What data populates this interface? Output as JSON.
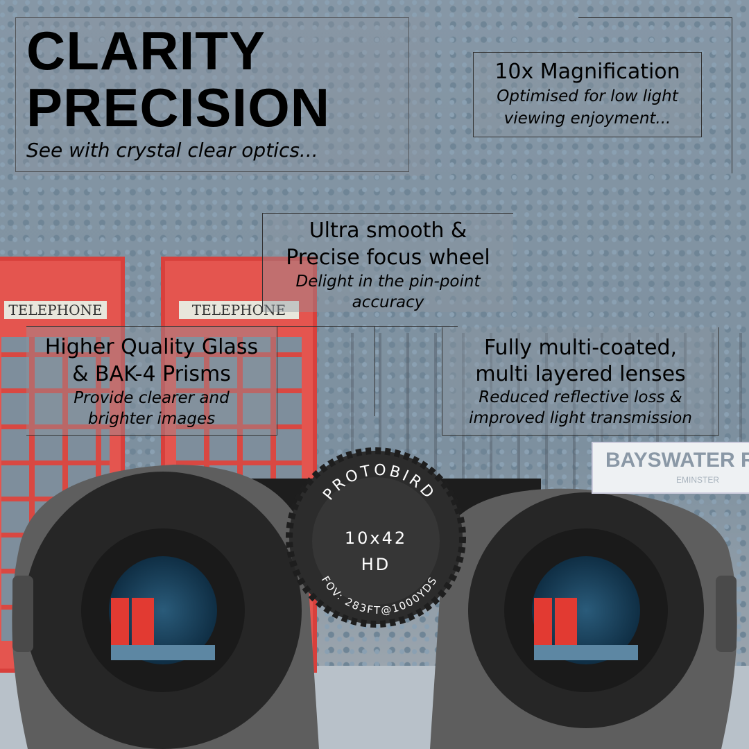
{
  "headline": {
    "line1": "CLARITY",
    "line2": "PRECISION",
    "tagline": "See with crystal clear optics..."
  },
  "features": [
    {
      "title": "10x Magnification",
      "desc1": "Optimised for low light",
      "desc2": "viewing enjoyment..."
    },
    {
      "title1": "Ultra smooth &",
      "title2": "Precise focus wheel",
      "desc1": "Delight in the pin-point",
      "desc2": "accuracy"
    },
    {
      "title1": "Higher Quality Glass",
      "title2": "& BAK-4 Prisms",
      "desc1": "Provide clearer and",
      "desc2": "brighter images"
    },
    {
      "title1": "Fully multi-coated,",
      "title2": "multi layered lenses",
      "desc1": "Reduced reflective loss &",
      "desc2": "improved light transmission"
    }
  ],
  "scene": {
    "phone_sign": "TELEPHONE",
    "street_sign": "BAYSWATER ROA",
    "street_sub": "EMINSTER"
  },
  "product": {
    "brand": "PROTOBIRD",
    "model": "10x42",
    "grade": "HD",
    "fov": "FOV: 283FT@1000YDS"
  },
  "colors": {
    "phone_red": "#e4554f",
    "body": "#2b2b2b",
    "foliage": "#7d909f"
  }
}
